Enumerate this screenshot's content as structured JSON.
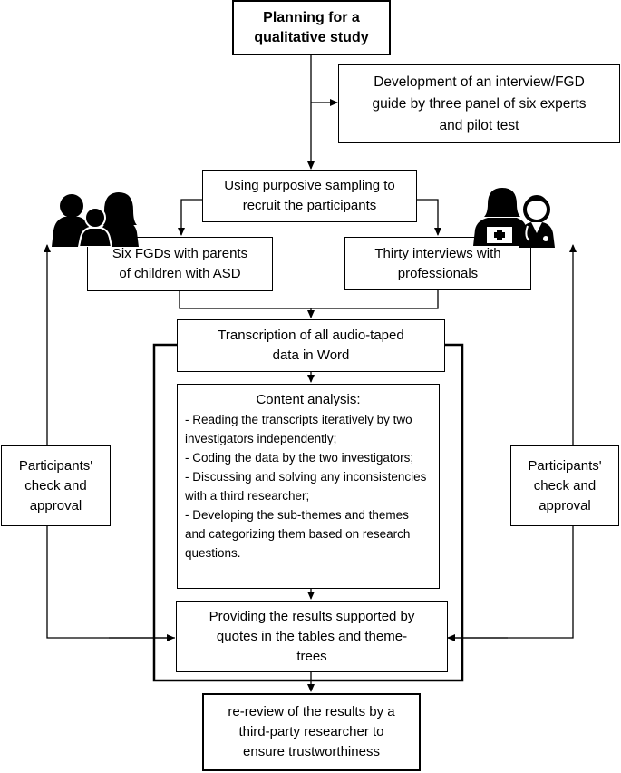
{
  "diagram": {
    "planning": {
      "line1": "Planning for a",
      "line2": "qualitative study"
    },
    "guide": {
      "line1": "Development of an interview/FGD",
      "line2": "guide by three panel of six experts",
      "line3": "and pilot test"
    },
    "sampling": {
      "line1": "Using purposive sampling to",
      "line2": "recruit the participants"
    },
    "fgd": {
      "line1": "Six FGDs with parents",
      "line2": "of children with ASD"
    },
    "interviews": {
      "line1": "Thirty interviews with",
      "line2": "professionals"
    },
    "transcription": {
      "line1": "Transcription of all audio-taped",
      "line2": "data in Word"
    },
    "content": {
      "heading": "Content analysis:",
      "items": [
        "- Reading the transcripts iteratively by two investigators independently;",
        "- Coding the data by the two investigators;",
        "- Discussing and solving any inconsistencies with a third researcher;",
        "- Developing the sub-themes and themes and categorizing them based on research questions."
      ]
    },
    "results": {
      "line1": "Providing the results supported by",
      "line2": "quotes in the tables and theme-",
      "line3": "trees"
    },
    "review": {
      "line1": "re-review of the results by a",
      "line2": "third-party researcher to",
      "line3": "ensure trustworthiness"
    },
    "check_left": {
      "line1": "Participants'",
      "line2": "check and",
      "line3": "approval"
    },
    "check_right": {
      "line1": "Participants'",
      "line2": "check and",
      "line3": "approval"
    }
  },
  "icons": {
    "left": "family-icon",
    "right": "professionals-icon"
  }
}
